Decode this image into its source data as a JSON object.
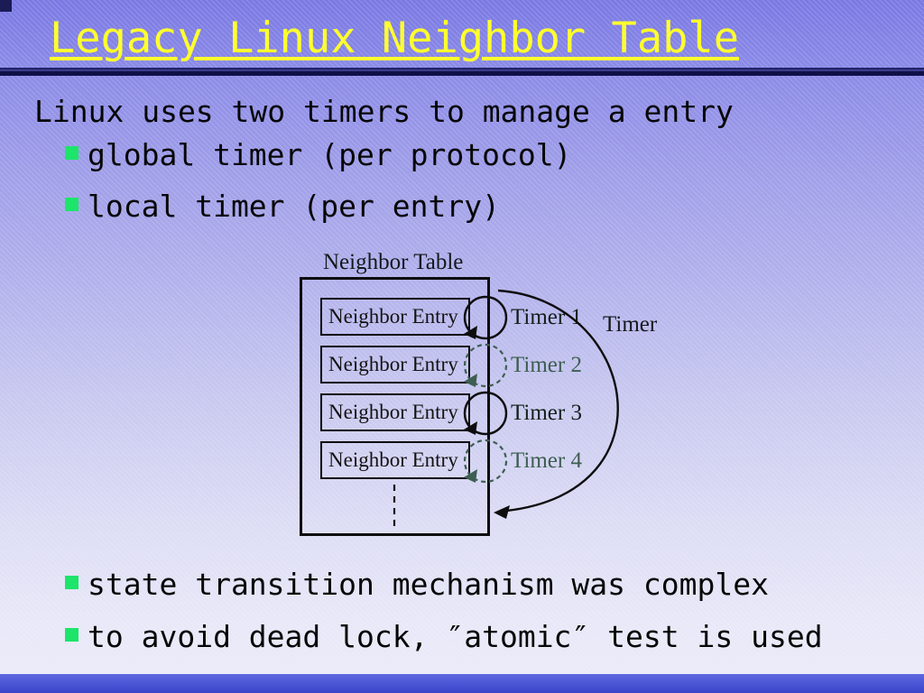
{
  "slide": {
    "title": "Legacy Linux Neighbor Table",
    "intro": "Linux uses two timers to manage a entry",
    "bullets_top": [
      "global timer (per protocol)",
      "local timer (per entry)"
    ],
    "bullets_bottom": [
      "state transition mechanism was complex",
      "to avoid dead lock, ″atomic″ test is used"
    ]
  },
  "diagram": {
    "table_label": "Neighbor Table",
    "entry_label": "Neighbor Entry",
    "timers": [
      {
        "label": "Timer 1",
        "style": "solid"
      },
      {
        "label": "Timer 2",
        "style": "dashed"
      },
      {
        "label": "Timer 3",
        "style": "solid"
      },
      {
        "label": "Timer 4",
        "style": "dashed"
      }
    ],
    "timer_group_label": "Timer"
  },
  "colors": {
    "title_yellow": "#ffff2e",
    "rule_navy": "#101048",
    "bullet_green": "#1ce56a",
    "body_text": "#060606",
    "timer_solid": "#0d0d0d",
    "timer_dashed": "#3e5e51",
    "footer_blue": "#3944cb",
    "background_top": "#7a79e3",
    "background_bottom": "#ecebf9"
  }
}
